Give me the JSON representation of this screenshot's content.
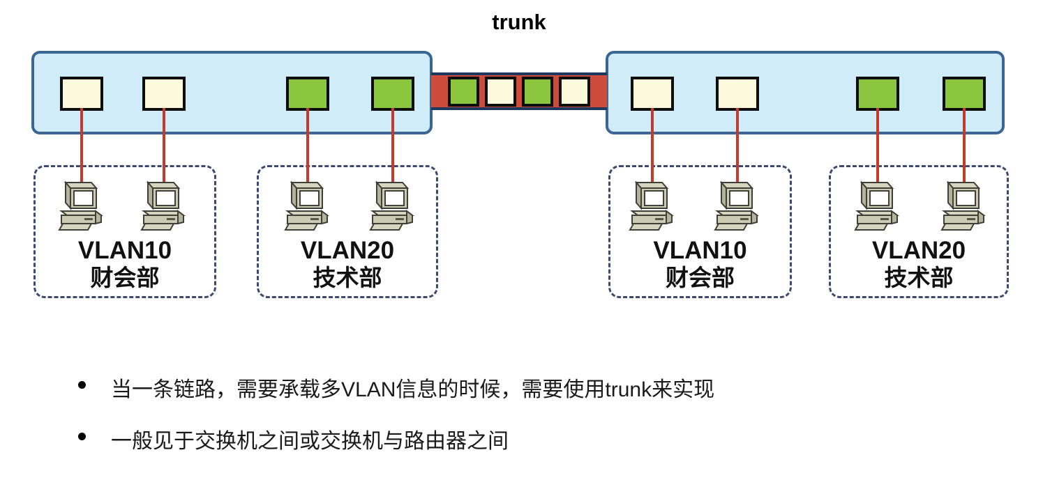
{
  "title": "trunk",
  "colors": {
    "switch_fill": "#d0ecf9",
    "switch_border": "#3a6595",
    "port_vlan10": "#fcf9dc",
    "port_vlan20": "#8cc63f",
    "trunk_red": "#cd4c3c",
    "trunk_border": "#1f3860",
    "link_red": "#c53a2b",
    "group_border": "#3c4a70"
  },
  "switches": [
    {
      "name": "left-switch",
      "ports": [
        "vlan10",
        "vlan10",
        "vlan20",
        "vlan20"
      ]
    },
    {
      "name": "right-switch",
      "ports": [
        "vlan10",
        "vlan10",
        "vlan20",
        "vlan20"
      ]
    }
  ],
  "trunk_link": {
    "squares": [
      "vlan20",
      "vlan10",
      "vlan20",
      "vlan10"
    ]
  },
  "groups": [
    {
      "vlan": "VLAN10",
      "dept": "财会部"
    },
    {
      "vlan": "VLAN20",
      "dept": "技术部"
    },
    {
      "vlan": "VLAN10",
      "dept": "财会部"
    },
    {
      "vlan": "VLAN20",
      "dept": "技术部"
    }
  ],
  "bullets": [
    "当一条链路，需要承载多VLAN信息的时候，需要使用trunk来实现",
    "一般见于交换机之间或交换机与路由器之间"
  ]
}
